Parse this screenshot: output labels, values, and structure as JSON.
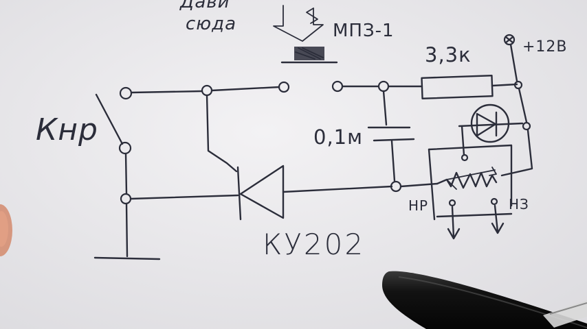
{
  "labels": {
    "press_here_line1": "Дави",
    "press_here_line2": "сюда",
    "button_part": "МПЗ-1",
    "resistor": "3,3к",
    "power": "+12В",
    "switch": "Кнр",
    "capacitor": "0,1м",
    "thyristor": "КУ202",
    "relay_nc": "НР",
    "relay_no": "НЗ"
  },
  "colors": {
    "paper": "#ecebed",
    "ink": "#2b2d3a",
    "pen_body": "#141414"
  }
}
